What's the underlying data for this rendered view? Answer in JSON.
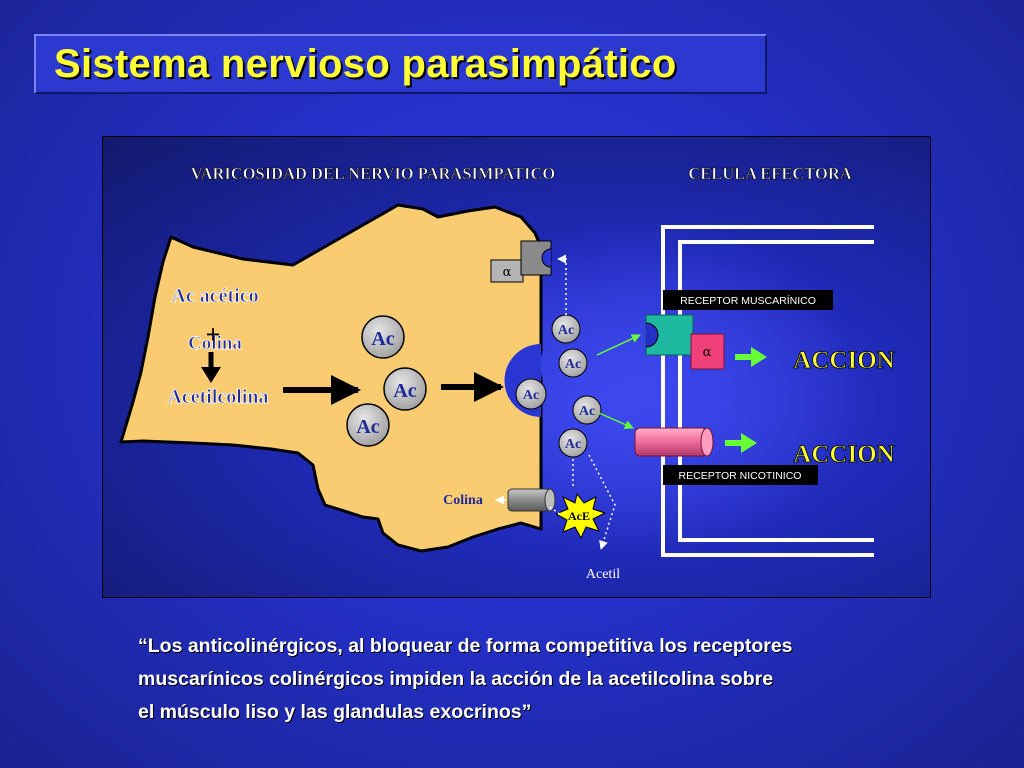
{
  "title": "Sistema nervioso parasimpático",
  "diagram": {
    "heading_left": "VARICOSIDAD DEL NERVIO PARASIMPATICO",
    "heading_right": "CELULA EFECTORA",
    "ac_acetico": "Ac acético",
    "colina_top": "Colina",
    "plus": "+",
    "acetilcolina": "Acetilcolina",
    "ac": "Ac",
    "alpha": "α",
    "colina_bottom": "Colina",
    "ace_burst": "AcE",
    "acetil": "Acetil",
    "receptor_muscarinico": "RECEPTOR MUSCARÍNICO",
    "receptor_nicotinico": "RECEPTOR NICOTINICO",
    "accion_1": "ACCION",
    "accion_2": "ACCION"
  },
  "quote": [
    "“Los anticolinérgicos, al bloquear de forma competitiva los receptores",
    "muscarínicos colinérgicos impiden la acción de la acetilcolina sobre",
    "el músculo liso y las glandulas exocrinos”"
  ],
  "colors": {
    "title_text": "#ffff33",
    "nerve_fill": "#f9cc72",
    "accion_text": "#ffff33",
    "arrow_green": "#66ff33",
    "muscarinic_receptor": "#1fb8a0",
    "nicotinic_receptor": "#f06a9a"
  }
}
